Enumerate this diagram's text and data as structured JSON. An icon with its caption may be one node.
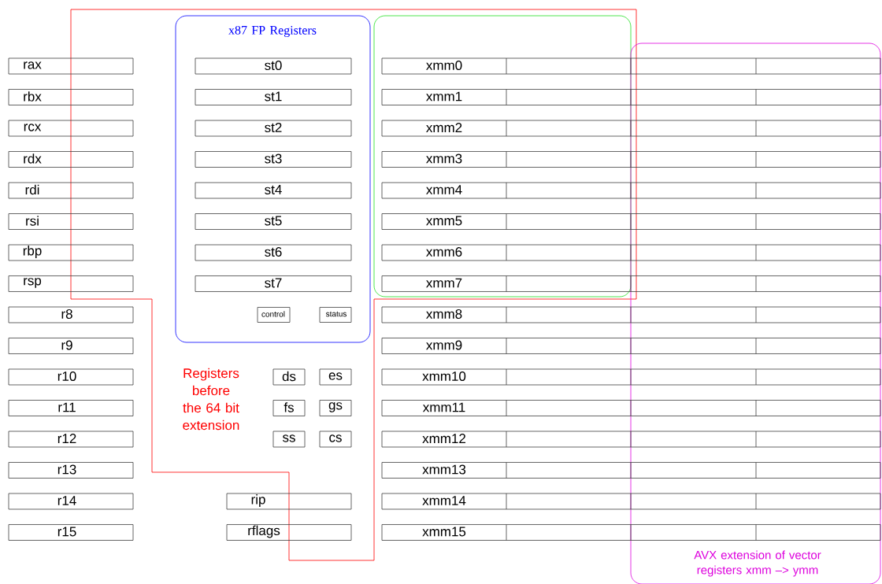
{
  "diagram": {
    "nodes": [
      {
        "text": [
          "Registers before the 64 bit extension"
        ]
      },
      {
        "text": [
          "x87 FP Registers"
        ],
        "in": 0
      },
      {
        "text": [],
        "shape": "box",
        "in": 0
      },
      {
        "text": [
          "AVX extension of vector registers xmm –> ymm"
        ]
      },
      {
        "text": [
          "rax"
        ]
      },
      {
        "text": [
          "rbx"
        ]
      },
      {
        "text": [
          "rcx"
        ]
      },
      {
        "text": [
          "rdx"
        ]
      },
      {
        "text": [
          "rdi"
        ]
      },
      {
        "text": [
          "rsi"
        ]
      },
      {
        "text": [
          "rbp"
        ]
      },
      {
        "text": [
          "rsp"
        ]
      },
      {
        "text": [
          "r8"
        ]
      },
      {
        "text": [
          "r9"
        ]
      },
      {
        "text": [
          "r10"
        ]
      },
      {
        "text": [
          "r11"
        ]
      },
      {
        "text": [
          "r12"
        ]
      },
      {
        "text": [
          "r13"
        ]
      },
      {
        "text": [
          "r14"
        ]
      },
      {
        "text": [
          "r15"
        ]
      },
      {
        "text": [
          "st0"
        ],
        "in": 1
      },
      {
        "text": [
          "st1"
        ],
        "in": 1
      },
      {
        "text": [
          "st2"
        ],
        "in": 1
      },
      {
        "text": [
          "st3"
        ],
        "in": 1
      },
      {
        "text": [
          "st4"
        ],
        "in": 1
      },
      {
        "text": [
          "st5"
        ],
        "in": 1
      },
      {
        "text": [
          "st6"
        ],
        "in": 1
      },
      {
        "text": [
          "st7"
        ],
        "in": 1
      },
      {
        "text": [
          "control"
        ],
        "in": 1
      },
      {
        "text": [
          "status"
        ],
        "in": 1
      },
      {
        "text": [
          "ds"
        ],
        "in": 0
      },
      {
        "text": [
          "es"
        ],
        "in": 0
      },
      {
        "text": [
          "fs"
        ],
        "in": 0
      },
      {
        "text": [
          "gs"
        ],
        "in": 0
      },
      {
        "text": [
          "ss"
        ],
        "in": 0
      },
      {
        "text": [
          "cs"
        ],
        "in": 0
      },
      {
        "text": [
          "rip"
        ]
      },
      {
        "text": [
          "rflags"
        ]
      },
      {
        "text": [
          "xmm0"
        ]
      },
      {
        "text": [
          "xmm1"
        ]
      },
      {
        "text": [
          "xmm2"
        ]
      },
      {
        "text": [
          "xmm3"
        ]
      },
      {
        "text": [
          "xmm4"
        ]
      },
      {
        "text": [
          "xmm5"
        ]
      },
      {
        "text": [
          "xmm6"
        ]
      },
      {
        "text": [
          "xmm7"
        ]
      },
      {
        "text": [
          "xmm8"
        ]
      },
      {
        "text": [
          "xmm9"
        ]
      },
      {
        "text": [
          "xmm10"
        ]
      },
      {
        "text": [
          "xmm11"
        ]
      },
      {
        "text": [
          "xmm12"
        ]
      },
      {
        "text": [
          "xmm13"
        ]
      },
      {
        "text": [
          "xmm14"
        ]
      },
      {
        "text": [
          "xmm15"
        ]
      }
    ]
  }
}
